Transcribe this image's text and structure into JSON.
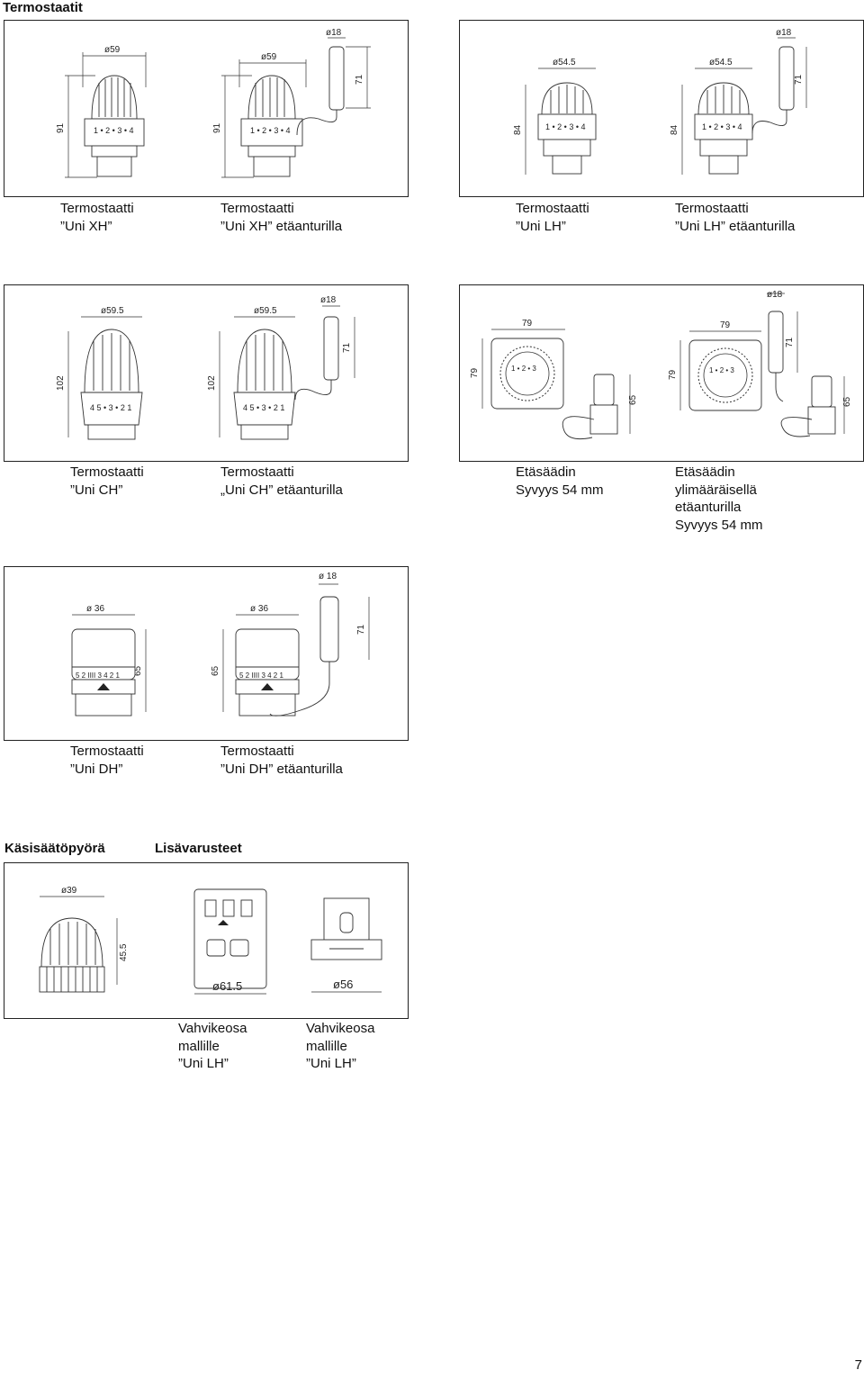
{
  "sections": {
    "termostaatit": "Termostaatit",
    "kasisaatopyora": "Käsisäätöpyörä",
    "lisavarusteet": "Lisävarusteet"
  },
  "captions": {
    "uni_xh": [
      "Termostaatti",
      "”Uni XH”"
    ],
    "uni_xh_remote": [
      "Termostaatti",
      "”Uni XH” etäanturilla"
    ],
    "uni_lh": [
      "Termostaatti",
      "”Uni LH”"
    ],
    "uni_lh_remote": [
      "Termostaatti",
      "”Uni LH” etäanturilla"
    ],
    "uni_ch": [
      "Termostaatti",
      "”Uni CH”"
    ],
    "uni_ch_remote": [
      "Termostaatti",
      "„Uni CH” etäanturilla"
    ],
    "etasaadin": [
      "Etäsäädin",
      "Syvyys 54 mm"
    ],
    "etasaadin_extra": [
      "Etäsäädin",
      "ylimääräisellä",
      "etäanturilla",
      "Syvyys 54 mm"
    ],
    "uni_dh": [
      "Termostaatti",
      "”Uni DH”"
    ],
    "uni_dh_remote": [
      "Termostaatti",
      "”Uni DH” etäanturilla"
    ],
    "vahvike_1": [
      "Vahvikeosa",
      "mallille",
      "”Uni LH”"
    ],
    "vahvike_2": [
      "Vahvikeosa",
      "mallille",
      "”Uni LH”"
    ]
  },
  "dimensions": {
    "xh_dia": "ø59",
    "xh_h": "91",
    "xhr_dia": "ø59",
    "xhr_h": "91",
    "xhr_sensor_dia": "ø18",
    "xhr_sensor_h": "71",
    "lh_dia": "ø54.5",
    "lh_h": "84",
    "lhr_dia": "ø54.5",
    "lhr_h": "84",
    "lhr_sensor_dia": "ø18",
    "lhr_sensor_h": "71",
    "ch_dia": "ø59.5",
    "ch_h": "102",
    "chr_dia": "ø59.5",
    "chr_h": "102",
    "chr_sensor_dia": "ø18",
    "chr_sensor_h": "71",
    "et_w": "79",
    "et_h": "79",
    "et_sensor_h": "65",
    "ete_w": "79",
    "ete_h": "79",
    "ete_sensor_dia": "ø18",
    "ete_sensor_h": "71",
    "ete_sensor2_h": "65",
    "dh_dia": "ø 36",
    "dh_h": "65",
    "dhr_dia": "ø 36",
    "dhr_h": "65",
    "dhr_sensor_dia": "ø 18",
    "dhr_sensor_h": "71",
    "knob_dia": "ø39",
    "knob_h": "45.5",
    "acc1_dia": "ø61.5",
    "acc2_dia": "ø56"
  },
  "icons": [
    "thermostat-head-drawing",
    "remote-sensor-drawing",
    "remote-dial-drawing",
    "handwheel-drawing",
    "reinforcement-part-drawing"
  ],
  "page_number": "7"
}
